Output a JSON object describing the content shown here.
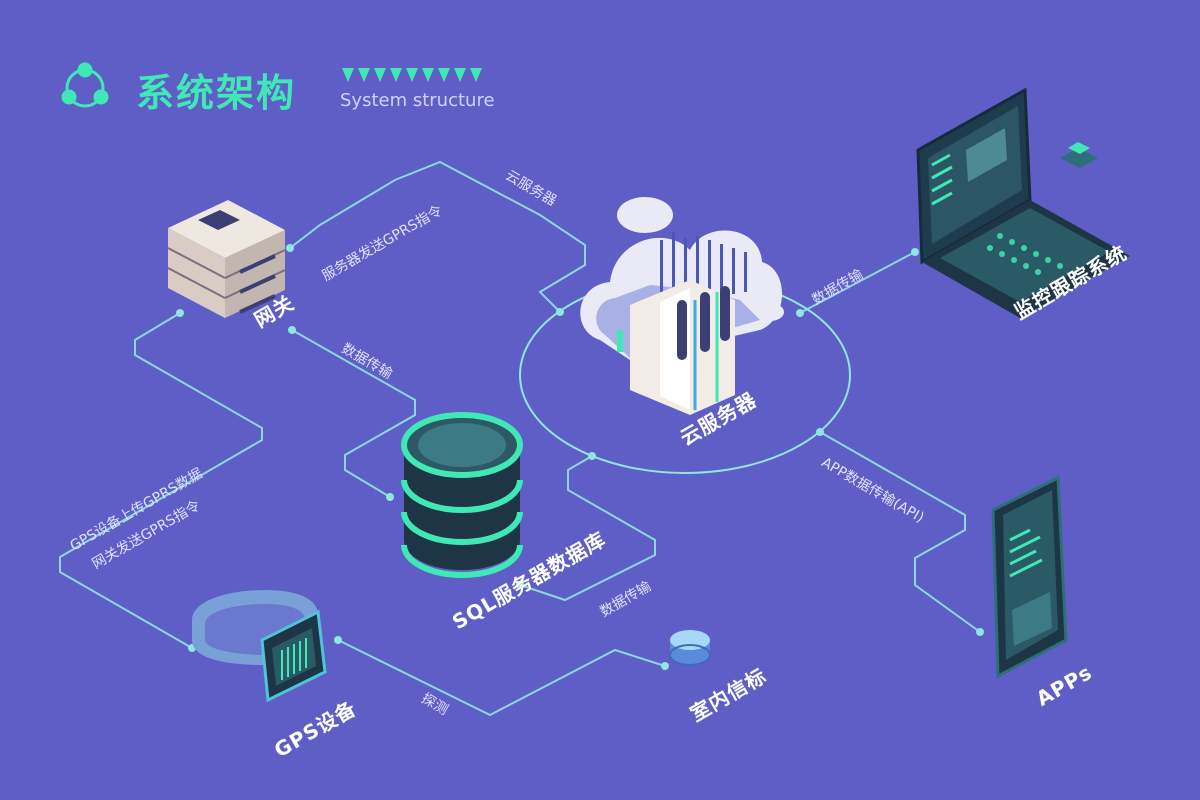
{
  "header": {
    "title": "系统架构",
    "subtitle": "System structure"
  },
  "nodes": {
    "gateway": "网关",
    "cloud_server": "云服务器",
    "monitor_system": "监控跟踪系统",
    "sql_db": "SQL服务器数据库",
    "apps": "APPs",
    "gps_device": "GPS设备",
    "indoor_beacon": "室内信标"
  },
  "edges": {
    "gateway_to_cloud_line1": "服务器发送GPRS指令",
    "gateway_to_cloud_line2": "云服务器",
    "gateway_to_db": "数据传输",
    "cloud_to_monitor": "数据传输",
    "cloud_to_apps": "APP数据传输(API)",
    "gps_to_gateway_line1": "GPS设备上传GPRS数据",
    "gps_to_gateway_line2": "网关发送GPRS指令",
    "db_to_cloud": "数据传输",
    "gps_to_beacon": "探测"
  },
  "colors": {
    "background": "#5f5ec7",
    "accent": "#3fe8b4",
    "line": "#8fe6e0",
    "label": "#ffffff"
  }
}
